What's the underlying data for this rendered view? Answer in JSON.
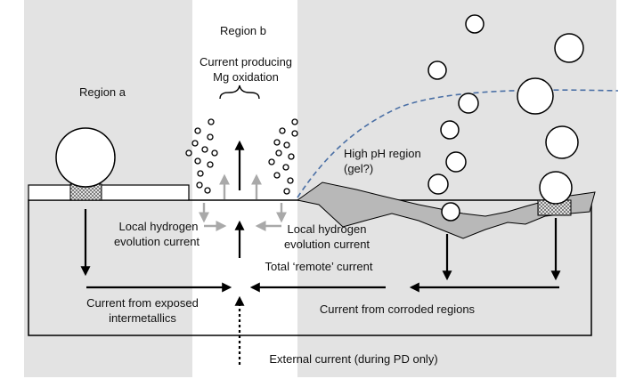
{
  "labels": {
    "region_a": "Region a",
    "region_b": "Region b",
    "current_producing_line1": "Current producing",
    "current_producing_line2": "Mg oxidation",
    "high_ph_line1": "High pH region",
    "high_ph_line2": "(gel?)",
    "local_h_left_line1": "Local hydrogen",
    "local_h_left_line2": "evolution current",
    "local_h_right_line1": "Local hydrogen",
    "local_h_right_line2": "evolution current",
    "total_remote": "Total ‘remote’ current",
    "exposed_line1": "Current from exposed",
    "exposed_line2": "intermetallics",
    "corroded": "Current from corroded regions",
    "external": "External current (during PD only)"
  },
  "colors": {
    "background_region": "#e3e3e3",
    "center_band": "#ffffff",
    "corrosion_product": "#b8b8b8",
    "gel_boundary": "#4a6fa5",
    "grey_arrow": "#a9a9a9"
  }
}
